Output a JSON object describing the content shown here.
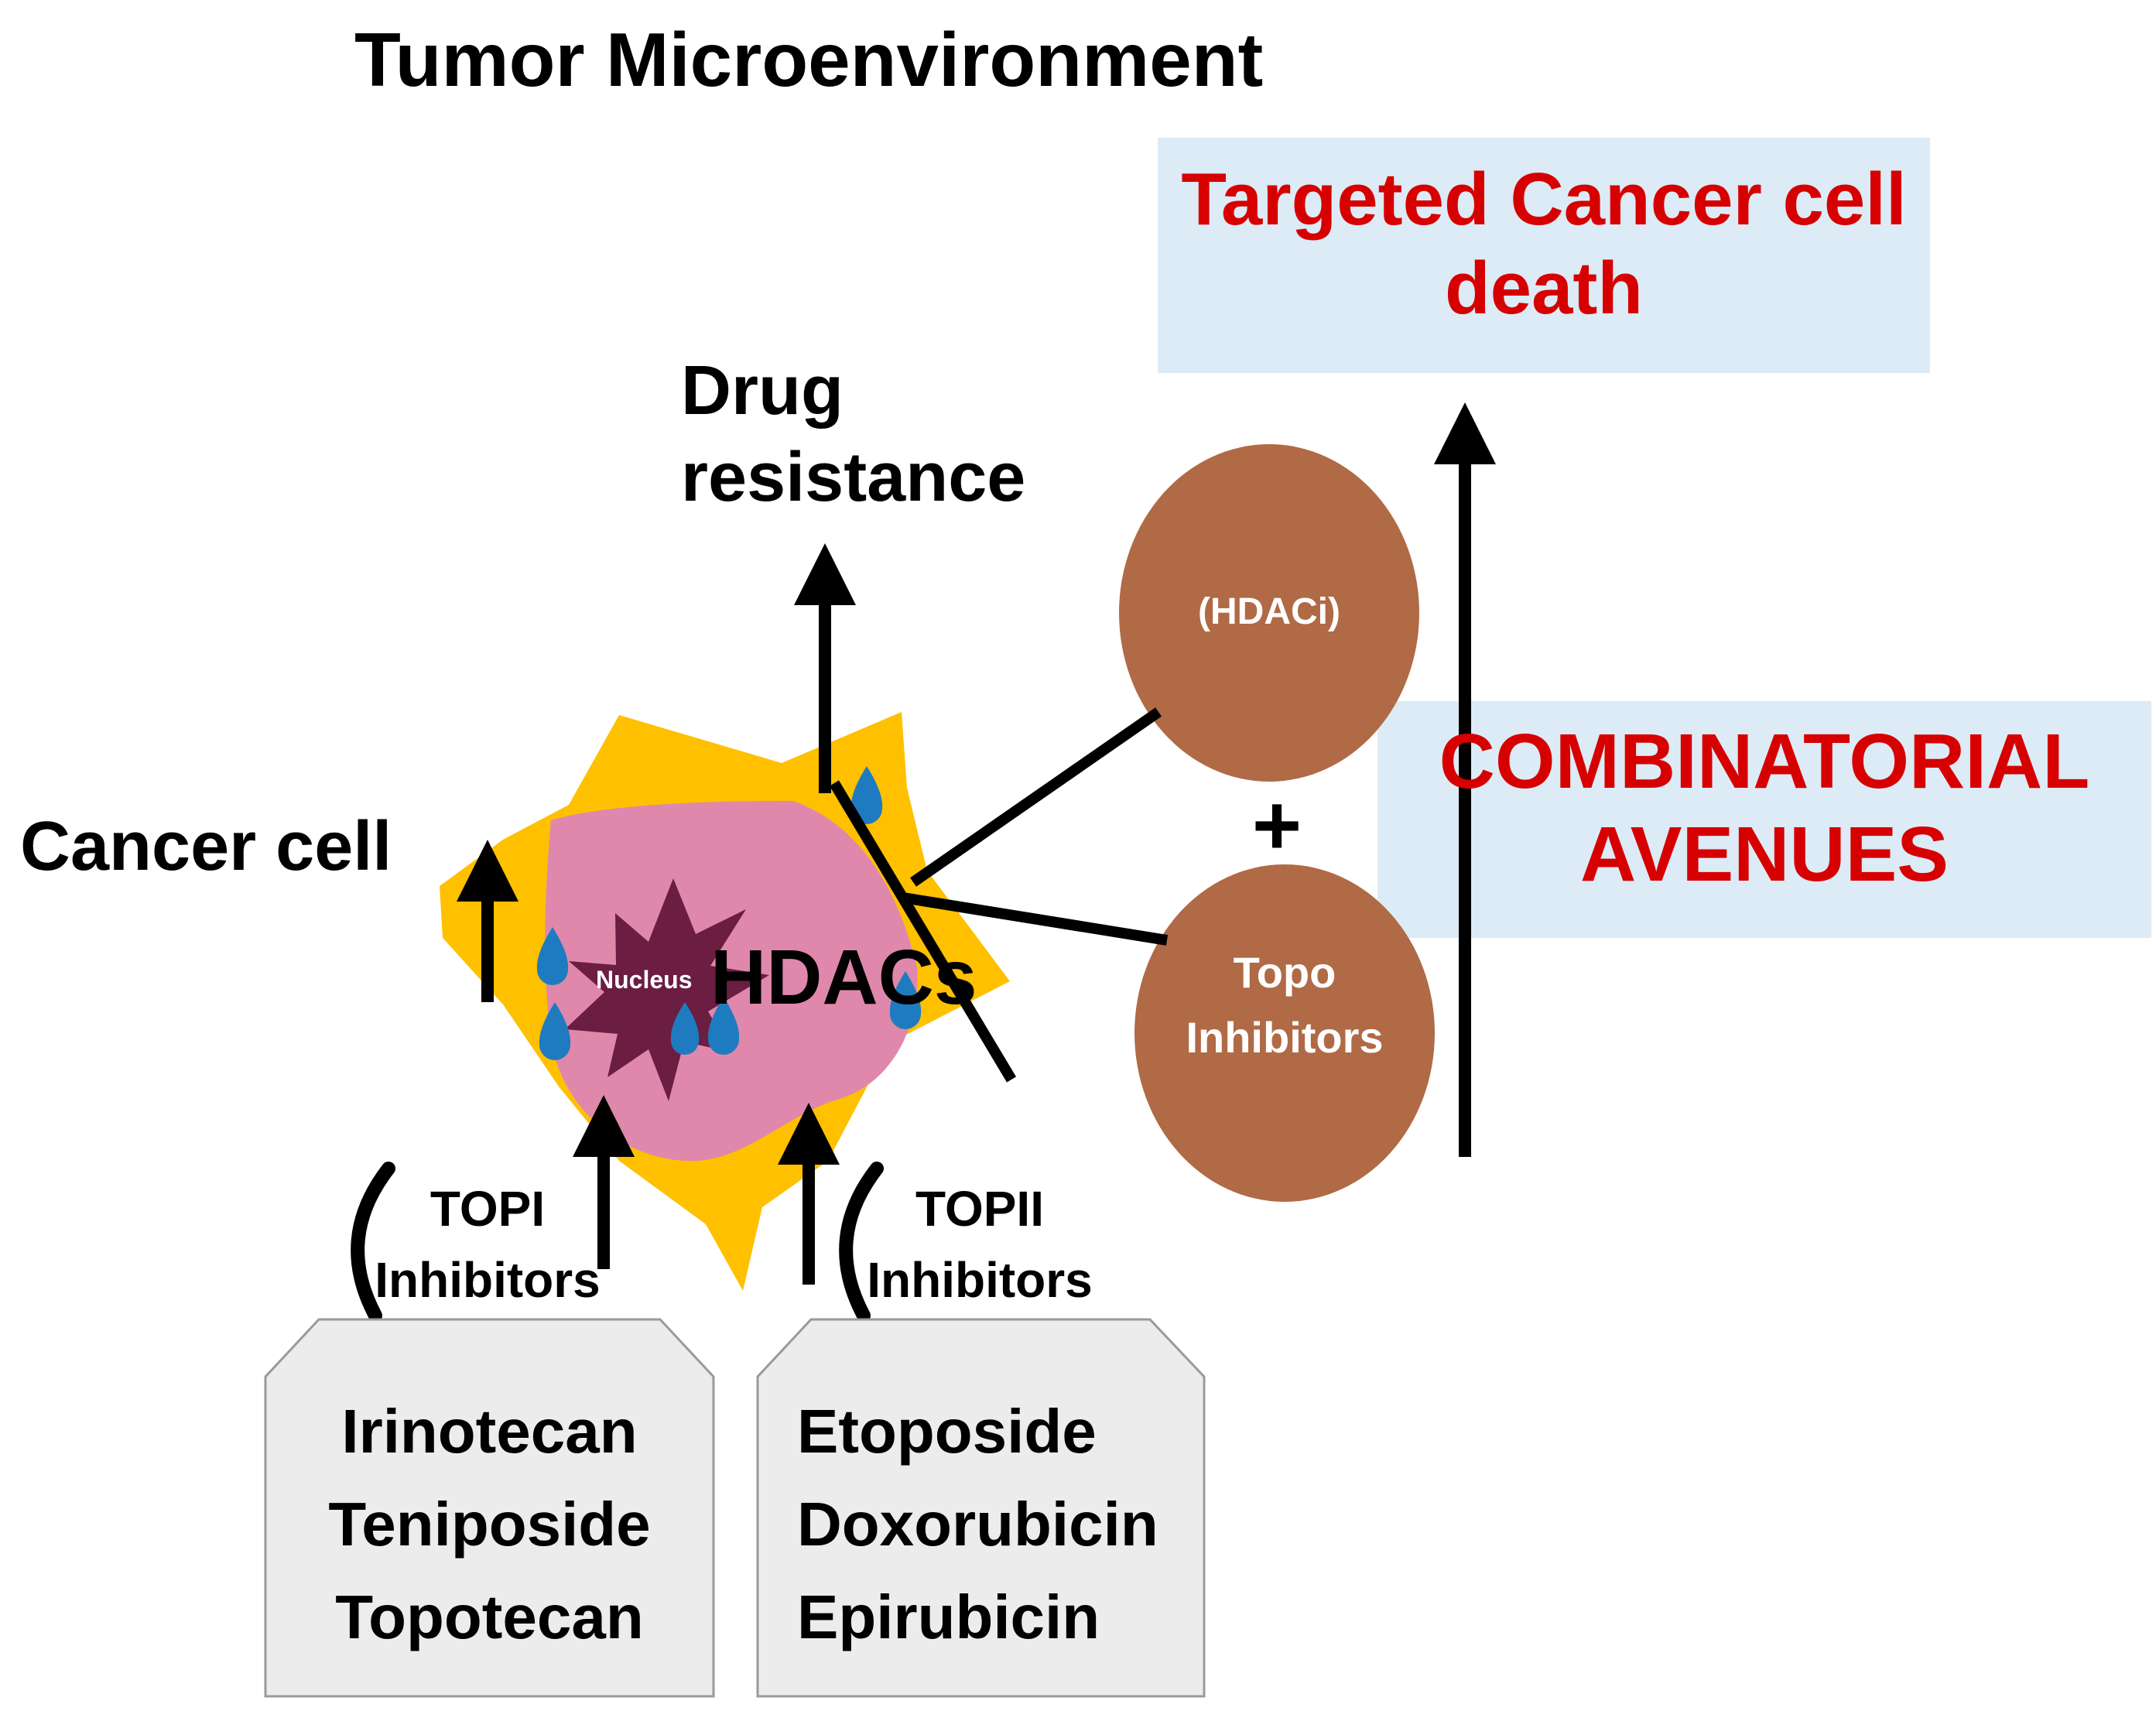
{
  "title": "Tumor Microenvironment",
  "outcome_box": {
    "line1": "Targeted Cancer cell",
    "line2": "death"
  },
  "drug_resistance": {
    "line1": "Drug",
    "line2": "resistance"
  },
  "cancer_cell_label": "Cancer cell",
  "nucleus_label": "Nucleus",
  "hdacs_label": "HDACs",
  "hdaci_circle_label": "(HDACi)",
  "topo_circle": {
    "line1": "Topo",
    "line2": "Inhibitors"
  },
  "plus_sign": "+",
  "combinatorial_box": {
    "line1": "COMBINATORIAL",
    "line2": "AVENUES"
  },
  "topi_label": {
    "line1": "TOPI",
    "line2": "Inhibitors"
  },
  "topii_label": {
    "line1": "TOPII",
    "line2": "Inhibitors"
  },
  "topi_drugs": [
    "Irinotecan",
    "Teniposide",
    "Topotecan"
  ],
  "topii_drugs": [
    "Etoposide",
    "Doxorubicin",
    "Epirubicin"
  ],
  "colors": {
    "cell": "#ffc000",
    "nucleus_region": "#df88ab",
    "nucleus": "#6b1d42",
    "drops": "#1f7bbf",
    "circles": "#b06a45",
    "box_fill": "#dcebf6",
    "drug_box": "#ececec",
    "red_text": "#d60000"
  }
}
